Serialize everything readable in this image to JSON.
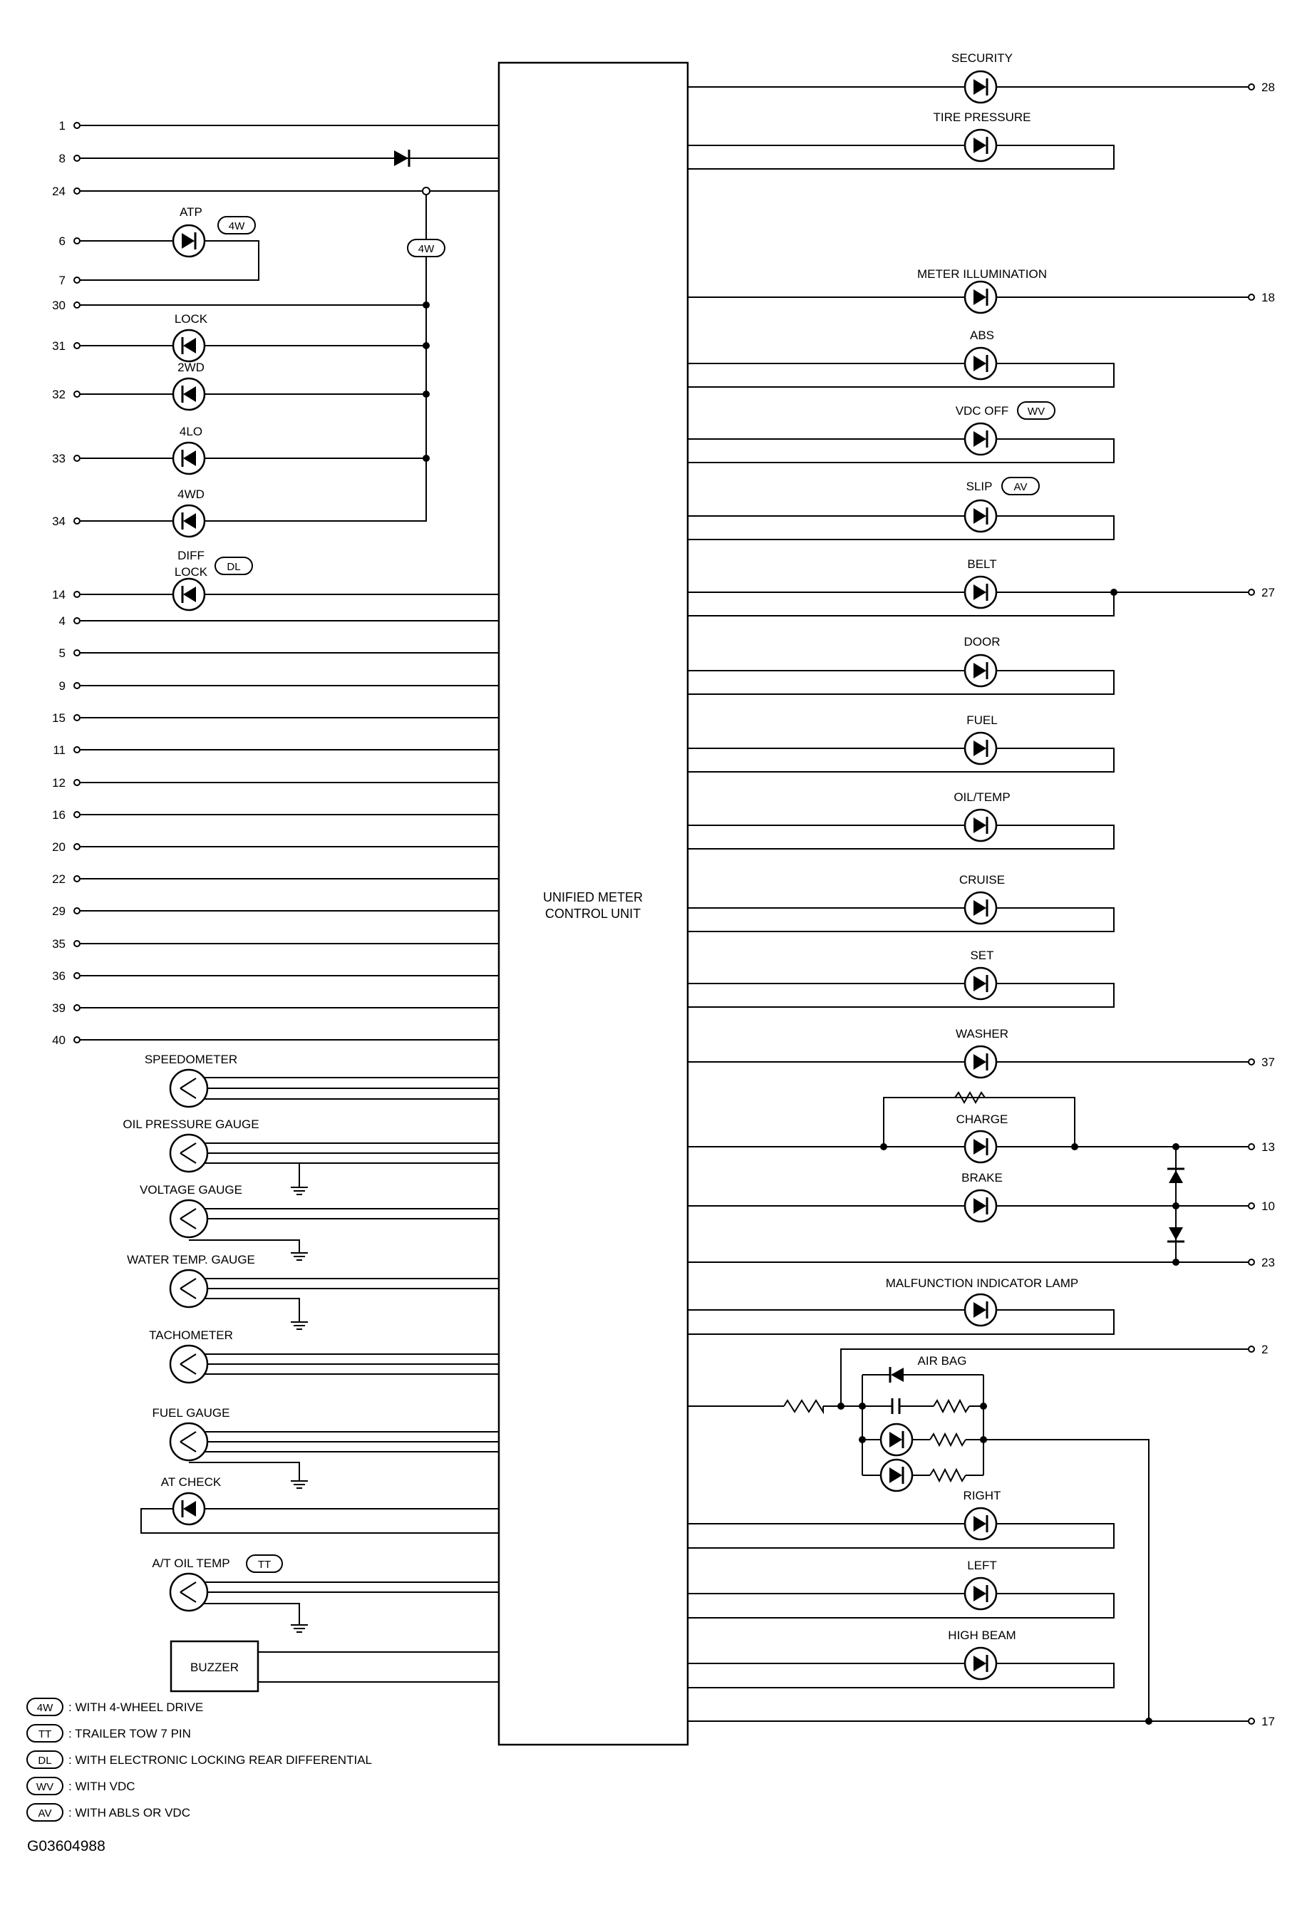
{
  "control_unit": {
    "line1": "UNIFIED METER",
    "line2": "CONTROL UNIT"
  },
  "left_pins": [
    "1",
    "8",
    "24",
    "6",
    "7",
    "30",
    "31",
    "32",
    "33",
    "34",
    "14",
    "4",
    "5",
    "9",
    "15",
    "11",
    "12",
    "16",
    "20",
    "22",
    "29",
    "35",
    "36",
    "39",
    "40"
  ],
  "left_lamps": [
    {
      "label": "ATP",
      "option": "4W"
    },
    {
      "label": "LOCK"
    },
    {
      "label": "2WD"
    },
    {
      "label": "4LO"
    },
    {
      "label": "4WD"
    },
    {
      "label": "DIFF",
      "label2": "LOCK",
      "option": "DL"
    }
  ],
  "diode_option": "4W",
  "gauges": [
    {
      "label": "SPEEDOMETER"
    },
    {
      "label": "OIL PRESSURE GAUGE"
    },
    {
      "label": "VOLTAGE GAUGE"
    },
    {
      "label": "WATER TEMP. GAUGE"
    },
    {
      "label": "TACHOMETER"
    },
    {
      "label": "FUEL GAUGE"
    },
    {
      "label": "A/T OIL TEMP",
      "option": "TT"
    }
  ],
  "at_check": "AT CHECK",
  "buzzer": "BUZZER",
  "right_lamps": [
    {
      "label": "SECURITY"
    },
    {
      "label": "TIRE PRESSURE"
    },
    {
      "label": "METER ILLUMINATION"
    },
    {
      "label": "ABS"
    },
    {
      "label": "VDC OFF",
      "option": "WV"
    },
    {
      "label": "SLIP",
      "option": "AV"
    },
    {
      "label": "BELT"
    },
    {
      "label": "DOOR"
    },
    {
      "label": "FUEL"
    },
    {
      "label": "OIL/TEMP"
    },
    {
      "label": "CRUISE"
    },
    {
      "label": "SET"
    },
    {
      "label": "WASHER"
    },
    {
      "label": "CHARGE"
    },
    {
      "label": "BRAKE"
    },
    {
      "label": "MALFUNCTION INDICATOR LAMP"
    },
    {
      "label": "AIR BAG"
    },
    {
      "label": "RIGHT"
    },
    {
      "label": "LEFT"
    },
    {
      "label": "HIGH BEAM"
    }
  ],
  "right_pins": [
    "28",
    "18",
    "27",
    "37",
    "13",
    "10",
    "23",
    "2",
    "17"
  ],
  "legend": [
    {
      "code": "4W",
      "text": ": WITH 4-WHEEL DRIVE"
    },
    {
      "code": "TT",
      "text": ": TRAILER TOW 7 PIN"
    },
    {
      "code": "DL",
      "text": ": WITH ELECTRONIC LOCKING REAR DIFFERENTIAL"
    },
    {
      "code": "WV",
      "text": ": WITH VDC"
    },
    {
      "code": "AV",
      "text": ": WITH ABLS OR VDC"
    }
  ],
  "figure_code": "G03604988"
}
